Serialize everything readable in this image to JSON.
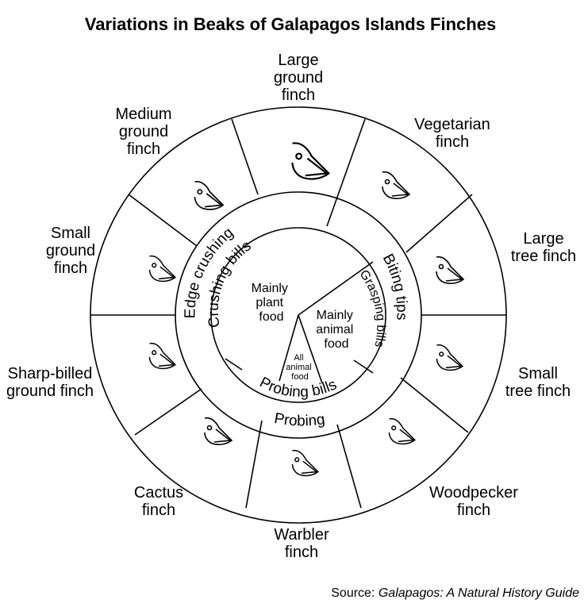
{
  "title": "Variations in Beaks of Galapagos Islands Finches",
  "finches": [
    {
      "id": "large-ground-finch",
      "lines": [
        "Large",
        "ground",
        "finch"
      ]
    },
    {
      "id": "vegetarian-finch",
      "lines": [
        "Vegetarian",
        "finch"
      ]
    },
    {
      "id": "large-tree-finch",
      "lines": [
        "Large",
        "tree finch"
      ]
    },
    {
      "id": "small-tree-finch",
      "lines": [
        "Small",
        "tree finch"
      ]
    },
    {
      "id": "woodpecker-finch",
      "lines": [
        "Woodpecker",
        "finch"
      ]
    },
    {
      "id": "warbler-finch",
      "lines": [
        "Warbler",
        "finch"
      ]
    },
    {
      "id": "cactus-finch",
      "lines": [
        "Cactus",
        "finch"
      ]
    },
    {
      "id": "sharp-billed-ground-finch",
      "lines": [
        "Sharp-billed",
        "ground finch"
      ]
    },
    {
      "id": "small-ground-finch",
      "lines": [
        "Small",
        "ground",
        "finch"
      ]
    },
    {
      "id": "medium-ground-finch",
      "lines": [
        "Medium",
        "ground",
        "finch"
      ]
    }
  ],
  "middle_ring": {
    "edge_crushing": "Edge crushing",
    "biting_tips": "Biting tips",
    "probing": "Probing"
  },
  "inner_ring": {
    "crushing_bills": "Crushing bills",
    "grasping_bills": "Grasping bills",
    "probing_bills": "Probing bills"
  },
  "center": {
    "plant": [
      "Mainly",
      "plant",
      "food"
    ],
    "animal": [
      "Mainly",
      "animal",
      "food"
    ],
    "all_animal": [
      "All",
      "animal",
      "food"
    ]
  },
  "source": {
    "prefix": "Source: ",
    "italic": "Galapagos: A Natural History Guide"
  },
  "icons": [
    "finch-head-icon"
  ]
}
